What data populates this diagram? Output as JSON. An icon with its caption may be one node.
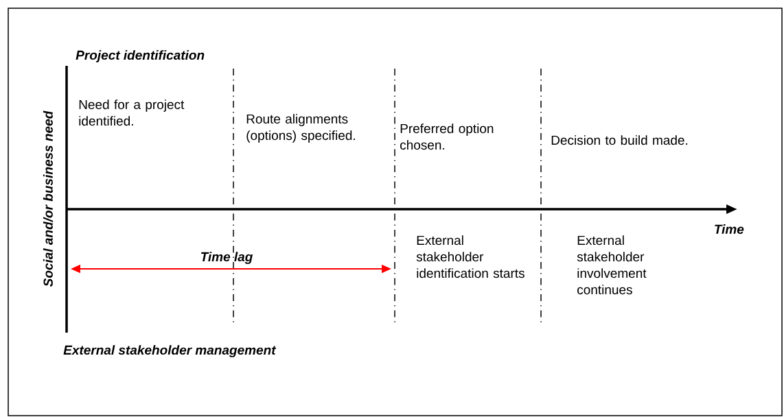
{
  "diagram": {
    "labels": [
      "Project identification",
      "Social and/or business need",
      "Need for a project identified.",
      "Route alignments (options) specified.",
      "Preferred option chosen.",
      "Decision to build made.",
      "Time",
      "Time lag",
      "External stakeholder identification starts",
      "External stakeholder involvement continues",
      "External stakeholder management"
    ]
  }
}
